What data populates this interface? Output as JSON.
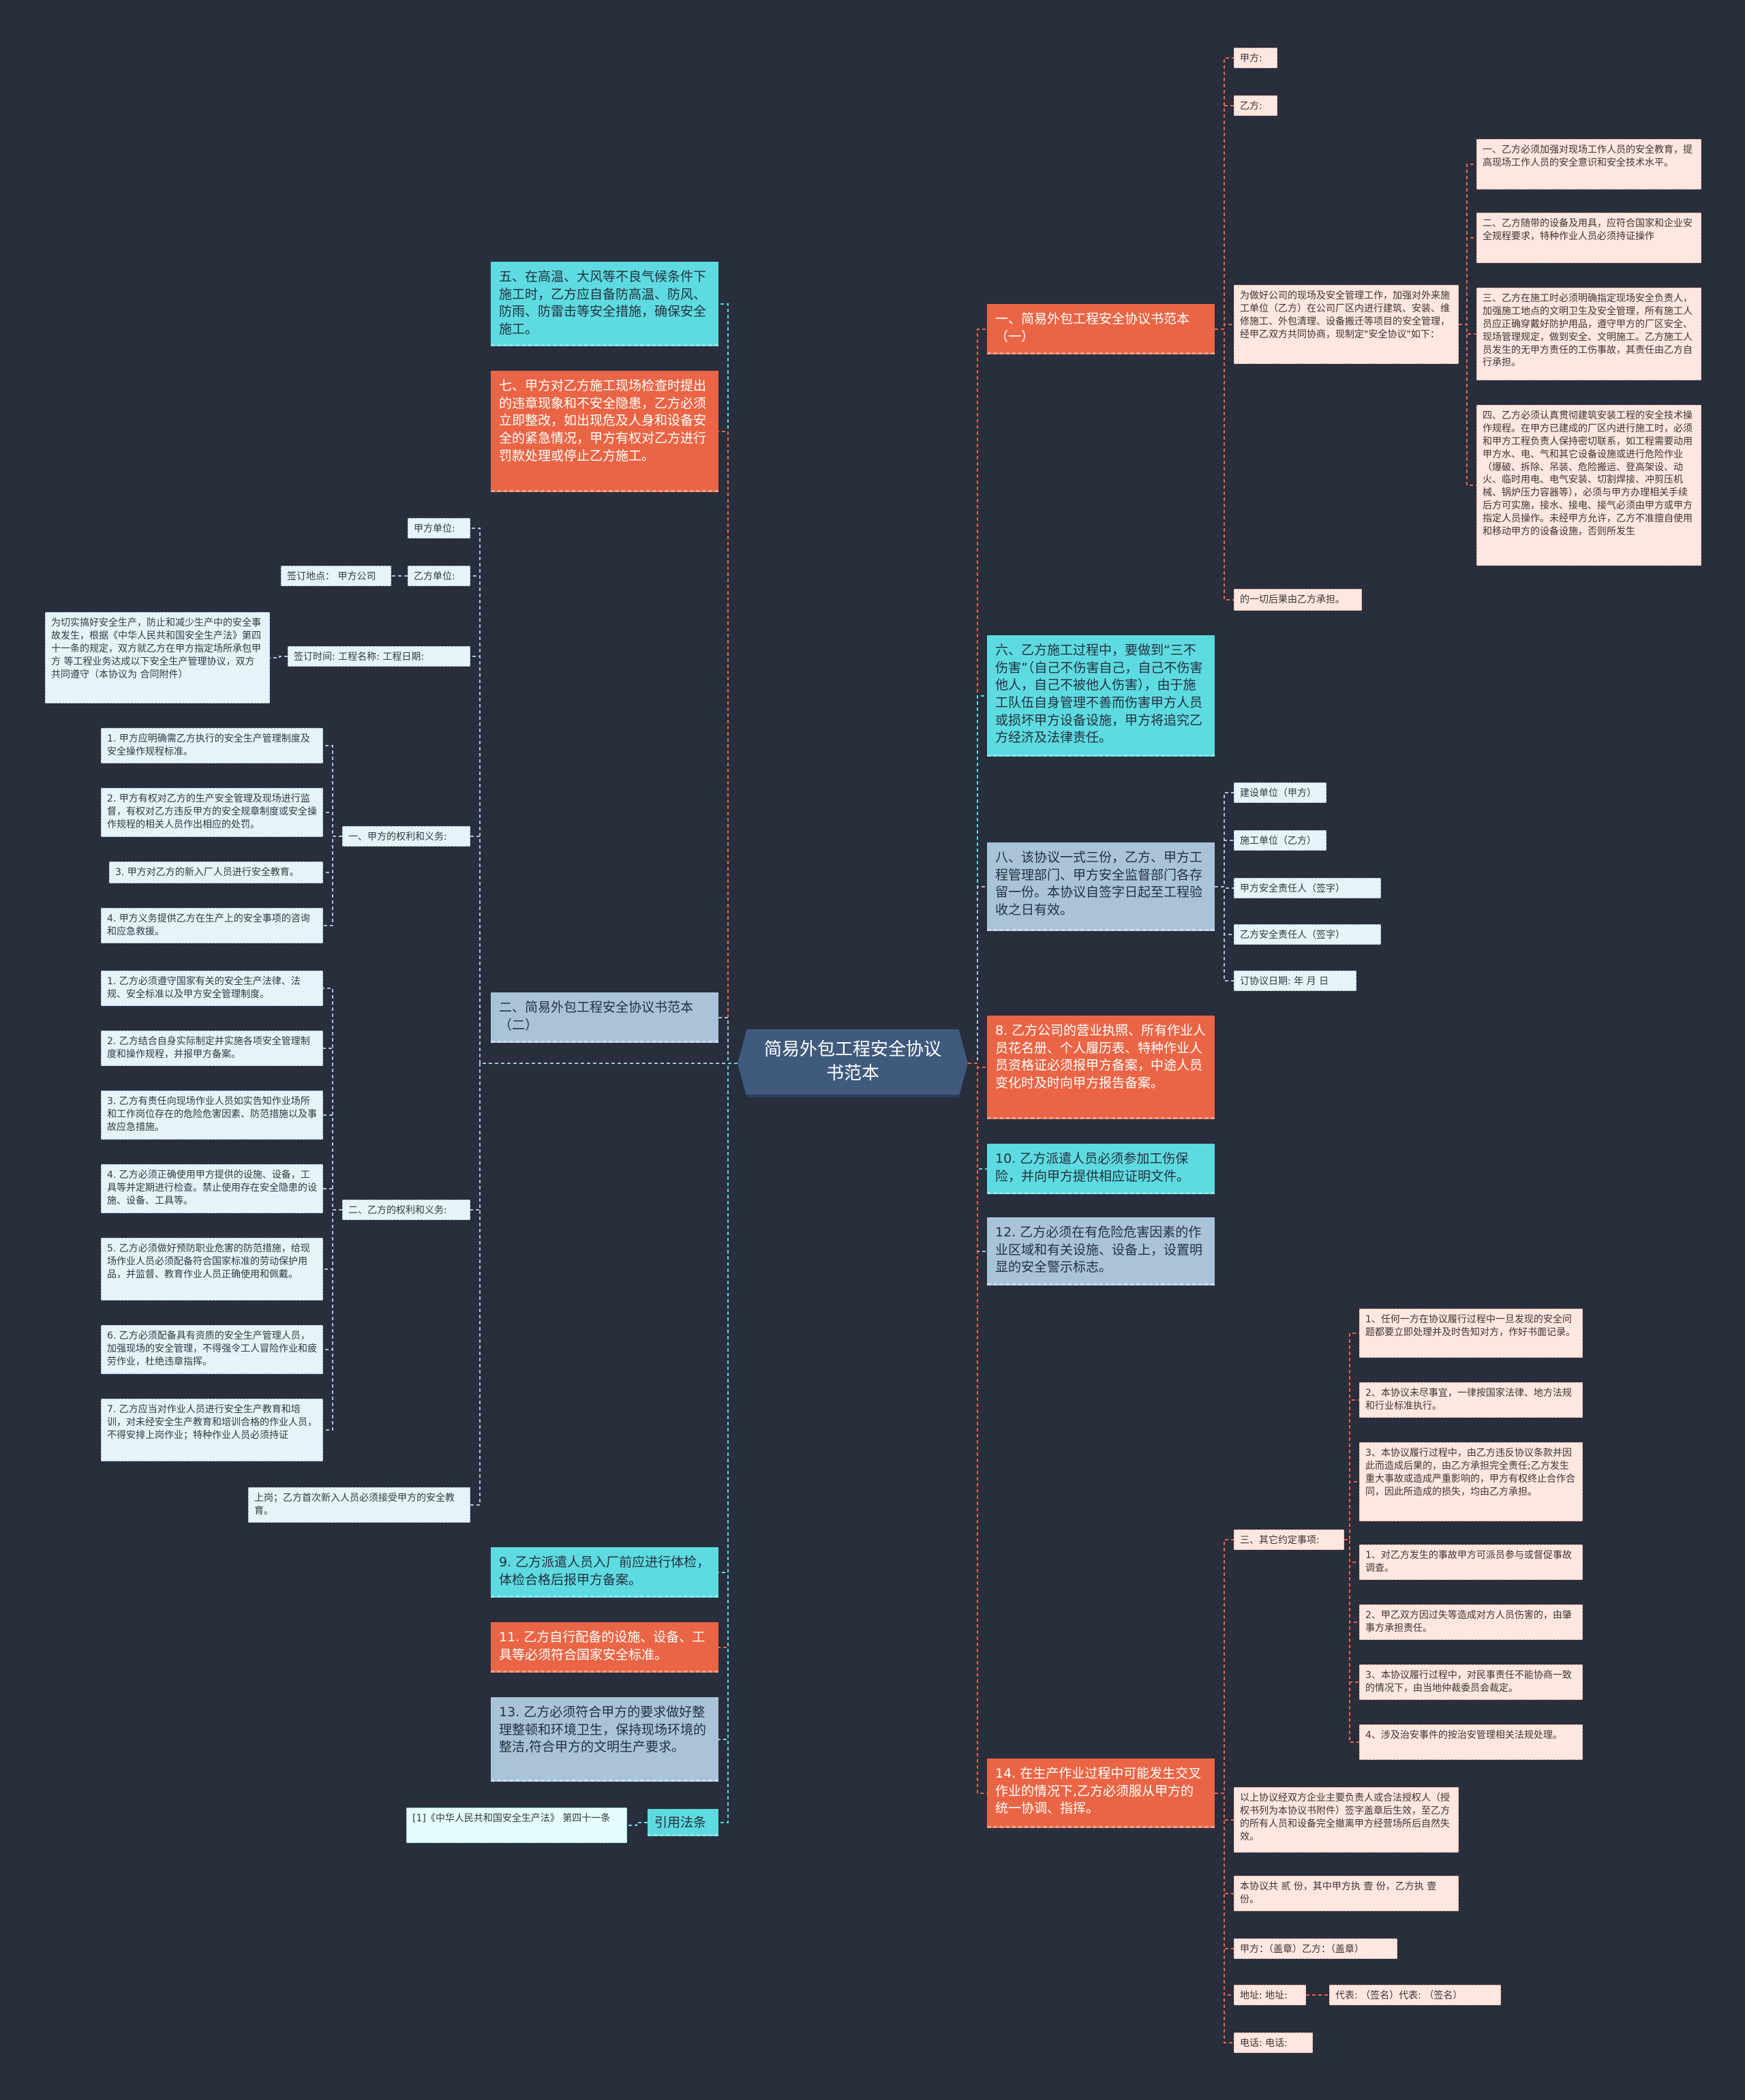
{
  "root": "简易外包工程安全协议书范本",
  "left": {
    "n5": "五、在高温、大风等不良气候条件下施工时，乙方应自备防高温、防风、防雨、防雷击等安全措施，确保安全施工。",
    "n7": "七、甲方对乙方施工现场检查时提出的违章现象和不安全隐患，乙方必须立即整改，如出现危及人身和设备安全的紧急情况，甲方有权对乙方进行罚款处理或停止乙方施工。",
    "jiafang_unit": "甲方单位:",
    "yifang_unit": "乙方单位:",
    "sign_place": "签订地点：  甲方公司",
    "sign_time": "签订时间:    工程名称:    工程日期:",
    "purpose": "为切实搞好安全生产，防止和减少生产中的安全事故发生，根据《中华人民共和国安全生产法》第四十一条的规定，双方就乙方在甲方指定场所承包甲方 等工程业务达成以下安全生产管理协议，双方共同遵守（本协议为 合同附件）",
    "sec1_title": "一、甲方的权利和义务:",
    "sec1": [
      "1. 甲方应明确需乙方执行的安全生产管理制度及安全操作规程标准。",
      "2. 甲方有权对乙方的生产安全管理及现场进行监督，有权对乙方违反甲方的安全规章制度或安全操作规程的相关人员作出相应的处罚。",
      "3. 甲方对乙方的新入厂人员进行安全教育。",
      "4. 甲方义务提供乙方在生产上的安全事项的咨询和应急救援。"
    ],
    "section2": "二、简易外包工程安全协议书范本（二）",
    "sec2_title": "二、乙方的权利和义务:",
    "sec2": [
      "1. 乙方必须遵守国家有关的安全生产法律、法规、安全标准以及甲方安全管理制度。",
      "2. 乙方结合自身实际制定并实施各项安全管理制度和操作规程，并报甲方备案。",
      "3. 乙方有责任向现场作业人员如实告知作业场所和工作岗位存在的危险危害因素、防范措施以及事故应急措施。",
      "4. 乙方必须正确使用甲方提供的设施、设备，工具等并定期进行检查。禁止使用存在安全隐患的设施、设备、工具等。",
      "5. 乙方必须做好预防职业危害的防范措施，给现场作业人员必须配备符合国家标准的劳动保护用品，并监督、教育作业人员正确使用和佩戴。",
      "6. 乙方必须配备具有资质的安全生产管理人员，加强现场的安全管理，不得强令工人冒险作业和疲劳作业，杜绝违章指挥。",
      "7. 乙方应当对作业人员进行安全生产教育和培训，对未经安全生产教育和培训合格的作业人员，不得安排上岗作业；特种作业人员必须持证"
    ],
    "shanggang": "上岗；乙方首次新入人员必须接受甲方的安全教育。",
    "n9": "9. 乙方派遣人员入厂前应进行体检，体检合格后报甲方备案。",
    "n11": "11. 乙方自行配备的设施、设备、工具等必须符合国家安全标准。",
    "n13": "13. 乙方必须符合甲方的要求做好整理整顿和环境卫生，保持现场环境的整洁,符合甲方的文明生产要求。",
    "cite_label": "引用法条",
    "cite_law": "[1]《中华人民共和国安全生产法》 第四十一条"
  },
  "right": {
    "section1": "一、简易外包工程安全协议书范本（一）",
    "jia": "甲方:",
    "yi": "乙方:",
    "intro": "为做好公司的现场及安全管理工作，加强对外来施工单位（乙方）在公司厂区内进行建筑、安装、维修施工、外包清理、设备搬迁等项目的安全管理，经甲乙双方共同协商，现制定\"安全协议\"如下：",
    "r1": "一、乙方必须加强对现场工作人员的安全教育，提高现场工作人员的安全意识和安全技术水平。",
    "r2": "二、乙方随带的设备及用具，应符合国家和企业安全规程要求，特种作业人员必须持证操作",
    "r3": "三、乙方在施工时必须明确指定现场安全负责人，加强施工地点的文明卫生及安全管理，所有施工人员应正确穿戴好防护用品，遵守甲方的厂区安全、现场管理规定，做到安全、文明施工。乙方施工人员发生的无甲方责任的工伤事故，其责任由乙方自行承担。",
    "r4": "四、乙方必须认真贯彻建筑安装工程的安全技术操作规程。在甲方已建成的厂区内进行施工时，必须和甲方工程负责人保持密切联系，如工程需要动用甲方水、电、气和其它设备设施或进行危险作业（爆破、拆除、吊装、危险搬运、登高架设、动火、临时用电、电气安装、切割焊接、冲剪压机械、锅炉压力容器等），必须与甲方办理相关手续后方可实施，接水、接电、接气必须由甲方或甲方指定人员操作。未经甲方允许，乙方不准擅自使用和移动甲方的设备设施，否则所发生",
    "r5": "的一切后果由乙方承担。",
    "n6": "六、乙方施工过程中，要做到“三不伤害”（自己不伤害自己，自己不伤害他人，自己不被他人伤害），由于施工队伍自身管理不善而伤害甲方人员或损坏甲方设备设施，甲方将追究乙方经济及法律责任。",
    "n8a": "八、该协议一式三份，乙方、甲方工程管理部门、甲方安全监督部门各存留一份。本协议自签字日起至工程验收之日有效。",
    "sig": [
      "建设单位（甲方）",
      "施工单位（乙方）",
      "甲方安全责任人（签字）",
      "乙方安全责任人（签字）",
      "订协议日期:  年  月  日"
    ],
    "n8": "8. 乙方公司的营业执照、所有作业人员花名册、个人履历表、特种作业人员资格证必须报甲方备案，中途人员变化时及时向甲方报告备案。",
    "n10": "10. 乙方派遣人员必须参加工伤保险，并向甲方提供相应证明文件。",
    "n12": "12. 乙方必须在有危险危害因素的作业区域和有关设施、设备上，设置明显的安全警示标志。",
    "other_title": "三、其它约定事项:",
    "other": [
      "1、任何一方在协议履行过程中一旦发现的安全问题都要立即处理并及时告知对方，作好书面记录。",
      "2、本协议未尽事宜，一律按国家法律、地方法规和行业标准执行。",
      "3、本协议履行过程中，由乙方违反协议条款并因此而造成后果的，由乙方承担完全责任;乙方发生重大事故或造成严重影响的，甲方有权终止合作合同，因此所造成的损失，均由乙方承担。",
      "1、对乙方发生的事故甲方可派员参与或督促事故调查。",
      "2、甲乙双方因过失等造成对方人员伤害的，由肇事方承担责任。",
      "3、本协议履行过程中，对民事责任不能协商一致的情况下，由当地仲裁委员会裁定。",
      "4、涉及治安事件的按治安管理相关法规处理。"
    ],
    "n14": "14. 在生产作业过程中可能发生交叉作业的情况下,乙方必须服从甲方的统一协调、指挥。",
    "tail1": "以上协议经双方企业主要负责人或合法授权人（授权书列为本协议书附件）签字盖章后生效，至乙方的所有人员和设备完全撤离甲方经营场所后自然失效。",
    "tail2": "本协议共 贰 份，其中甲方执 壹 份，乙方执 壹 份。",
    "tail3": "甲方：（盖章）乙方：（盖章）",
    "tail4": "地址:  地址:",
    "tail4b": "代表:  （签名）代表:  （签名）",
    "tail5": "电话:  电话:"
  },
  "colors": {
    "background": "#282e3c",
    "cyan": "#5ddbe0",
    "red": "#ea6545",
    "blue": "#a9c4d9",
    "root": "#3f5a7d"
  }
}
